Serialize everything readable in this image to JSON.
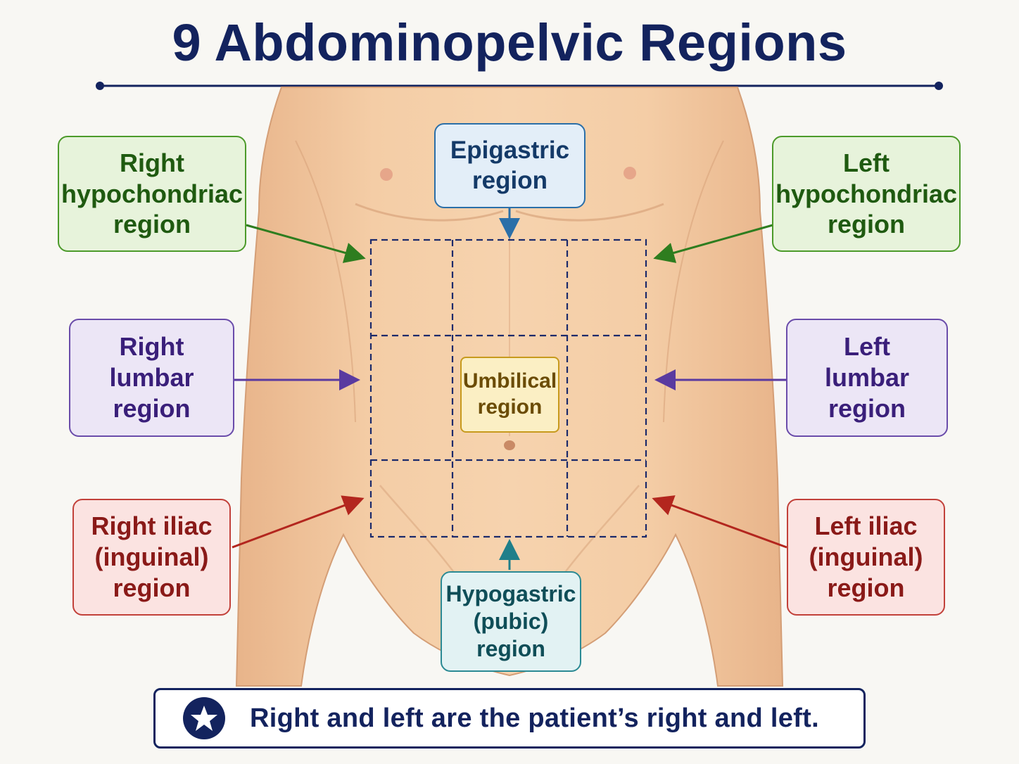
{
  "title": "9 Abdominopelvic Regions",
  "regions": {
    "right_hypochondriac": [
      "Right",
      "hypochondriac",
      "region"
    ],
    "epigastric": [
      "Epigastric",
      "region"
    ],
    "left_hypochondriac": [
      "Left",
      "hypochondriac",
      "region"
    ],
    "right_lumbar": [
      "Right",
      "lumbar",
      "region"
    ],
    "umbilical": [
      "Umbilical",
      "region"
    ],
    "left_lumbar": [
      "Left",
      "lumbar",
      "region"
    ],
    "right_iliac": [
      "Right iliac",
      "(inguinal)",
      "region"
    ],
    "hypogastric": [
      "Hypogastric",
      "(pubic)",
      "region"
    ],
    "left_iliac": [
      "Left iliac",
      "(inguinal)",
      "region"
    ]
  },
  "note": "Right and left are the patient’s right and left.",
  "colors": {
    "title": "#13235e",
    "green": "#2e7d1f",
    "blue": "#2b6fa8",
    "purple": "#5a3aa0",
    "yellow": "#c79a1d",
    "red": "#b3261e",
    "teal": "#1f7f8a",
    "skin": "#f2c9a0"
  },
  "icons": {
    "note": "star-icon"
  }
}
